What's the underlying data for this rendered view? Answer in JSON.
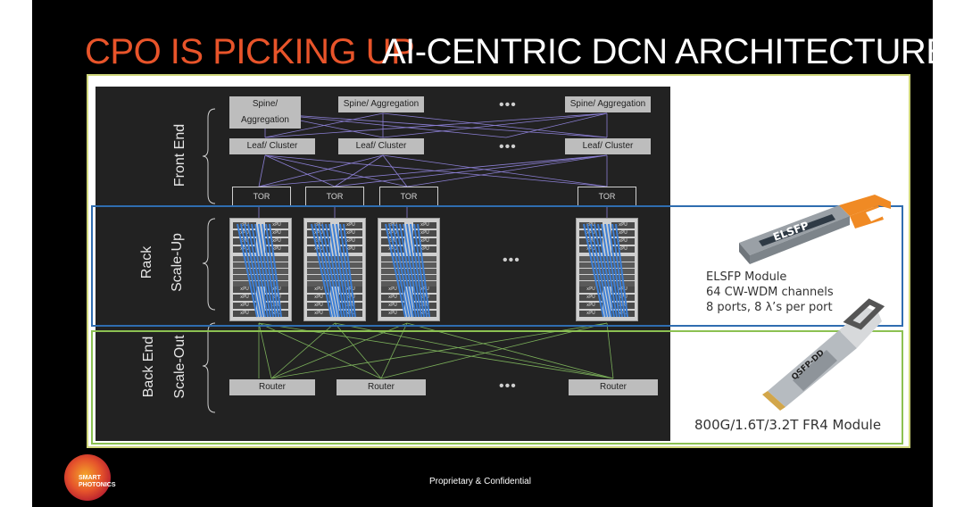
{
  "title": {
    "part1": "CPO IS PICKING UP",
    "part2": "AI-CENTRIC DCN ARCHITECTURE"
  },
  "diagram": {
    "spine_label": "Spine/ Aggregation",
    "leaf_label": "Leaf/ Cluster",
    "tor_label": "TOR",
    "router_label": "Router",
    "xpu_label": "xPU",
    "ellipsis": "•••",
    "sections": {
      "front_end": "Front End",
      "rack": "Rack",
      "scale_up": "Scale-Up",
      "back_end": "Back End",
      "scale_out": "Scale-Out"
    }
  },
  "elsfp": {
    "module_label": "ELSFP",
    "caption_line1": "ELSFP Module",
    "caption_line2": "64 CW-WDM channels",
    "caption_line3": "8 ports, 8 λ’s per port"
  },
  "qsfp": {
    "module_label": "QSFP-DD",
    "caption": "800G/1.6T/3.2T FR4 Module"
  },
  "footer": {
    "confidential": "Proprietary & Confidential"
  },
  "logo": {
    "line1": "SMART",
    "line2": "PHOTONICS"
  },
  "colors": {
    "accent_orange": "#e8542a",
    "scale_up_blue": "#2f6db0",
    "scale_out_green": "#8cc152",
    "link_purple": "#8b7fd4",
    "link_green": "#7bb05a"
  }
}
